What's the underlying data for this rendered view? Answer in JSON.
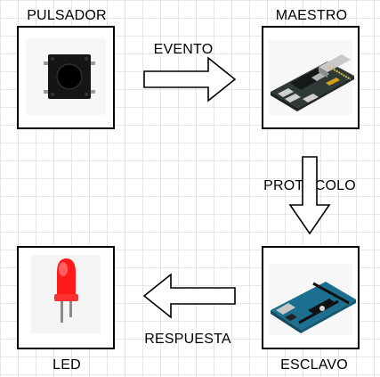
{
  "nodes": {
    "pulsador": {
      "label": "PULSADOR"
    },
    "maestro": {
      "label": "MAESTRO"
    },
    "esclavo": {
      "label": "ESCLAVO"
    },
    "led": {
      "label": "LED"
    }
  },
  "edges": {
    "evento": {
      "label": "EVENTO"
    },
    "protocolo": {
      "label": "PROTOCOLO"
    },
    "respuesta": {
      "label": "RESPUESTA"
    }
  },
  "colors": {
    "border": "#000000",
    "grid": "#e6e6e6",
    "led": "#ff1a1a"
  }
}
